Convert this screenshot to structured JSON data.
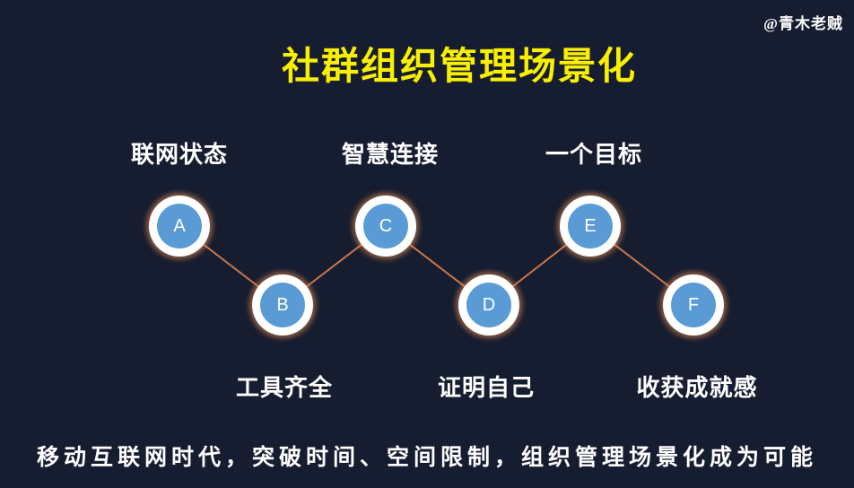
{
  "slide": {
    "watermark": "@青木老贼",
    "title": "社群组织管理场景化",
    "footer": "移动互联网时代，突破时间、空间限制，组织管理场景化成为可能"
  },
  "diagram": {
    "type": "zigzag-process",
    "nodes": [
      {
        "letter": "A",
        "label": "联网状态",
        "label_position": "top"
      },
      {
        "letter": "B",
        "label": "工具齐全",
        "label_position": "bottom"
      },
      {
        "letter": "C",
        "label": "智慧连接",
        "label_position": "top"
      },
      {
        "letter": "D",
        "label": "证明自己",
        "label_position": "bottom"
      },
      {
        "letter": "E",
        "label": "一个目标",
        "label_position": "top"
      },
      {
        "letter": "F",
        "label": "收获成就感",
        "label_position": "bottom"
      }
    ]
  },
  "theme": {
    "bg": "#161D30",
    "title_color": "#F9F000",
    "node_fill": "#5B9BD5",
    "node_ring": "#FFFFFF",
    "connector": "#C8784A",
    "text_color": "#FFFFFF"
  }
}
